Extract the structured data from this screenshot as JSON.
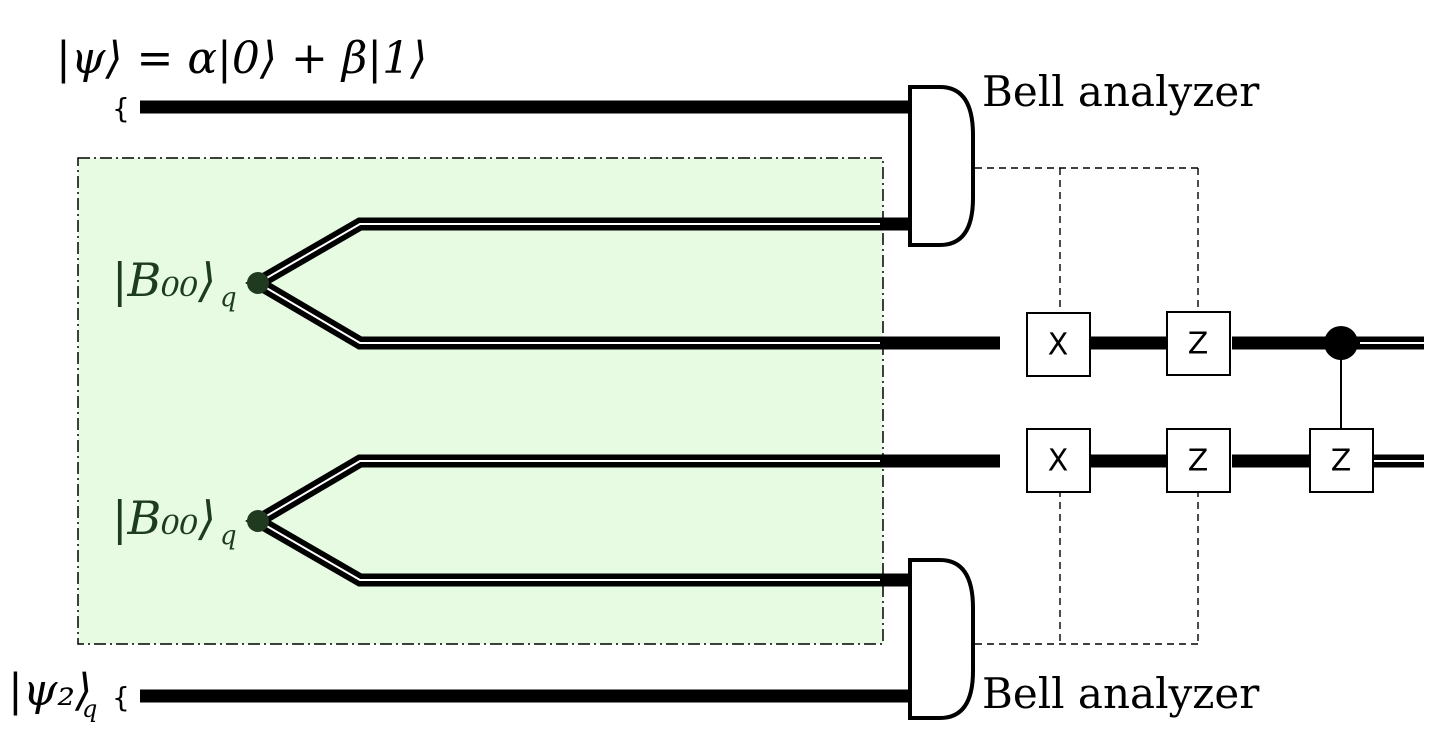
{
  "input_state": {
    "label": "|ψ⟩ = α|0⟩ + β|1⟩",
    "brace": "{"
  },
  "output_state": {
    "label": "|ψ₂⟩",
    "subscript": "q",
    "brace": "{"
  },
  "bell_pairs": [
    {
      "label": "|B₀₀⟩",
      "subscript": "q"
    },
    {
      "label": "|B₀₀⟩",
      "subscript": "q"
    }
  ],
  "analyzers": [
    {
      "label": "Bell analyzer"
    },
    {
      "label": "Bell analyzer"
    }
  ],
  "gates": {
    "upper_x": "X",
    "upper_z": "Z",
    "lower_x": "X",
    "lower_z": "Z",
    "controlled_z": "Z"
  },
  "colors": {
    "source_region": "#e6fbe2",
    "source_node": "#1f3a1f",
    "wire": "#000000"
  }
}
